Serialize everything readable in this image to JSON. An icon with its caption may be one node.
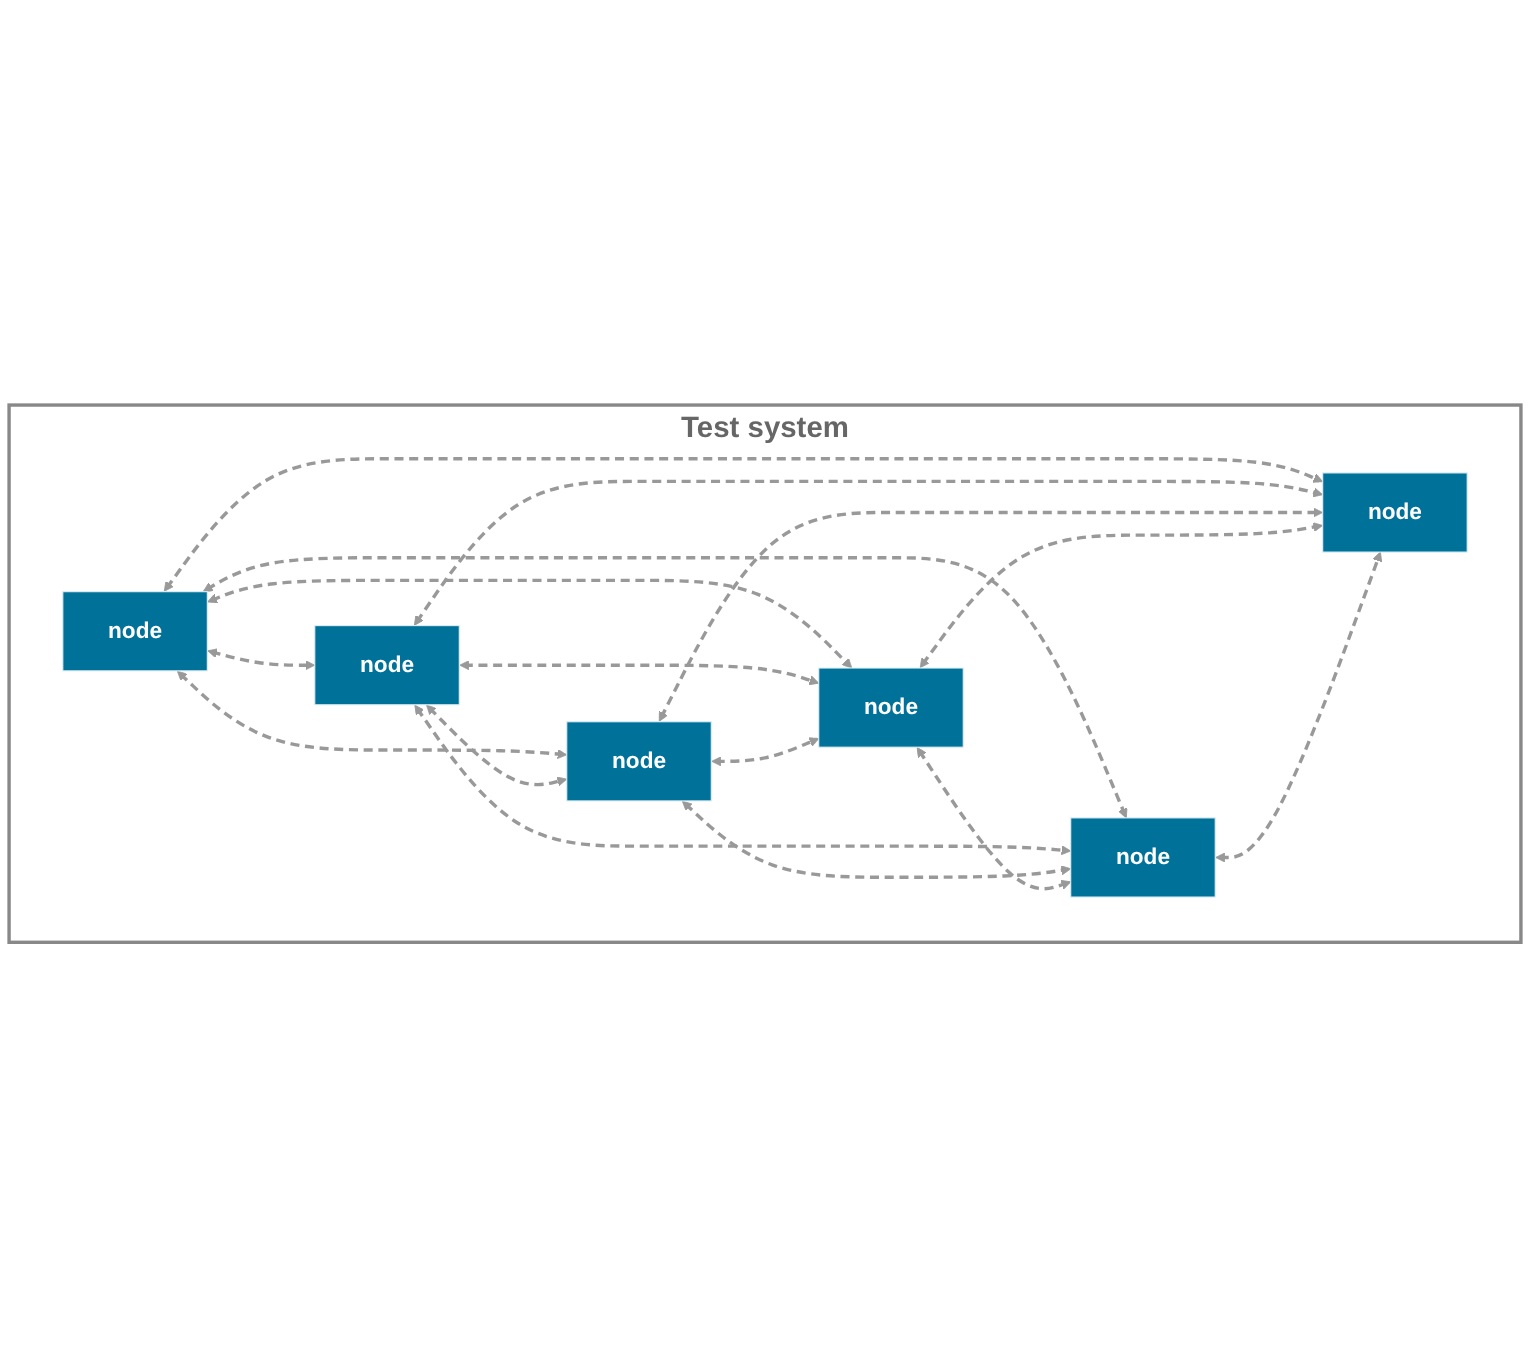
{
  "diagram": {
    "nodes": [
      {
        "text": [
          "Test system"
        ]
      },
      {
        "text": [
          "node"
        ],
        "in": 0
      },
      {
        "text": [
          "node"
        ],
        "in": 0
      },
      {
        "text": [
          "node"
        ],
        "in": 0
      },
      {
        "text": [
          "node"
        ],
        "in": 0
      },
      {
        "text": [
          "node"
        ],
        "in": 0
      },
      {
        "text": [
          "node"
        ],
        "in": 0
      }
    ],
    "edges": [
      {
        "from": 1,
        "to": 2,
        "arrow": "both",
        "style": "dashed"
      },
      {
        "from": 1,
        "to": 3,
        "arrow": "both",
        "style": "dashed"
      },
      {
        "from": 1,
        "to": 4,
        "arrow": "both",
        "style": "dashed"
      },
      {
        "from": 1,
        "to": 5,
        "arrow": "both",
        "style": "dashed"
      },
      {
        "from": 1,
        "to": 6,
        "arrow": "both",
        "style": "dashed"
      },
      {
        "from": 2,
        "to": 3,
        "arrow": "both",
        "style": "dashed"
      },
      {
        "from": 2,
        "to": 4,
        "arrow": "both",
        "style": "dashed"
      },
      {
        "from": 2,
        "to": 5,
        "arrow": "both",
        "style": "dashed"
      },
      {
        "from": 2,
        "to": 6,
        "arrow": "both",
        "style": "dashed"
      },
      {
        "from": 3,
        "to": 4,
        "arrow": "both",
        "style": "dashed"
      },
      {
        "from": 3,
        "to": 5,
        "arrow": "both",
        "style": "dashed"
      },
      {
        "from": 3,
        "to": 6,
        "arrow": "both",
        "style": "dashed"
      },
      {
        "from": 4,
        "to": 5,
        "arrow": "both",
        "style": "dashed"
      },
      {
        "from": 4,
        "to": 6,
        "arrow": "both",
        "style": "dashed"
      },
      {
        "from": 5,
        "to": 6,
        "arrow": "both",
        "style": "dashed"
      }
    ]
  }
}
